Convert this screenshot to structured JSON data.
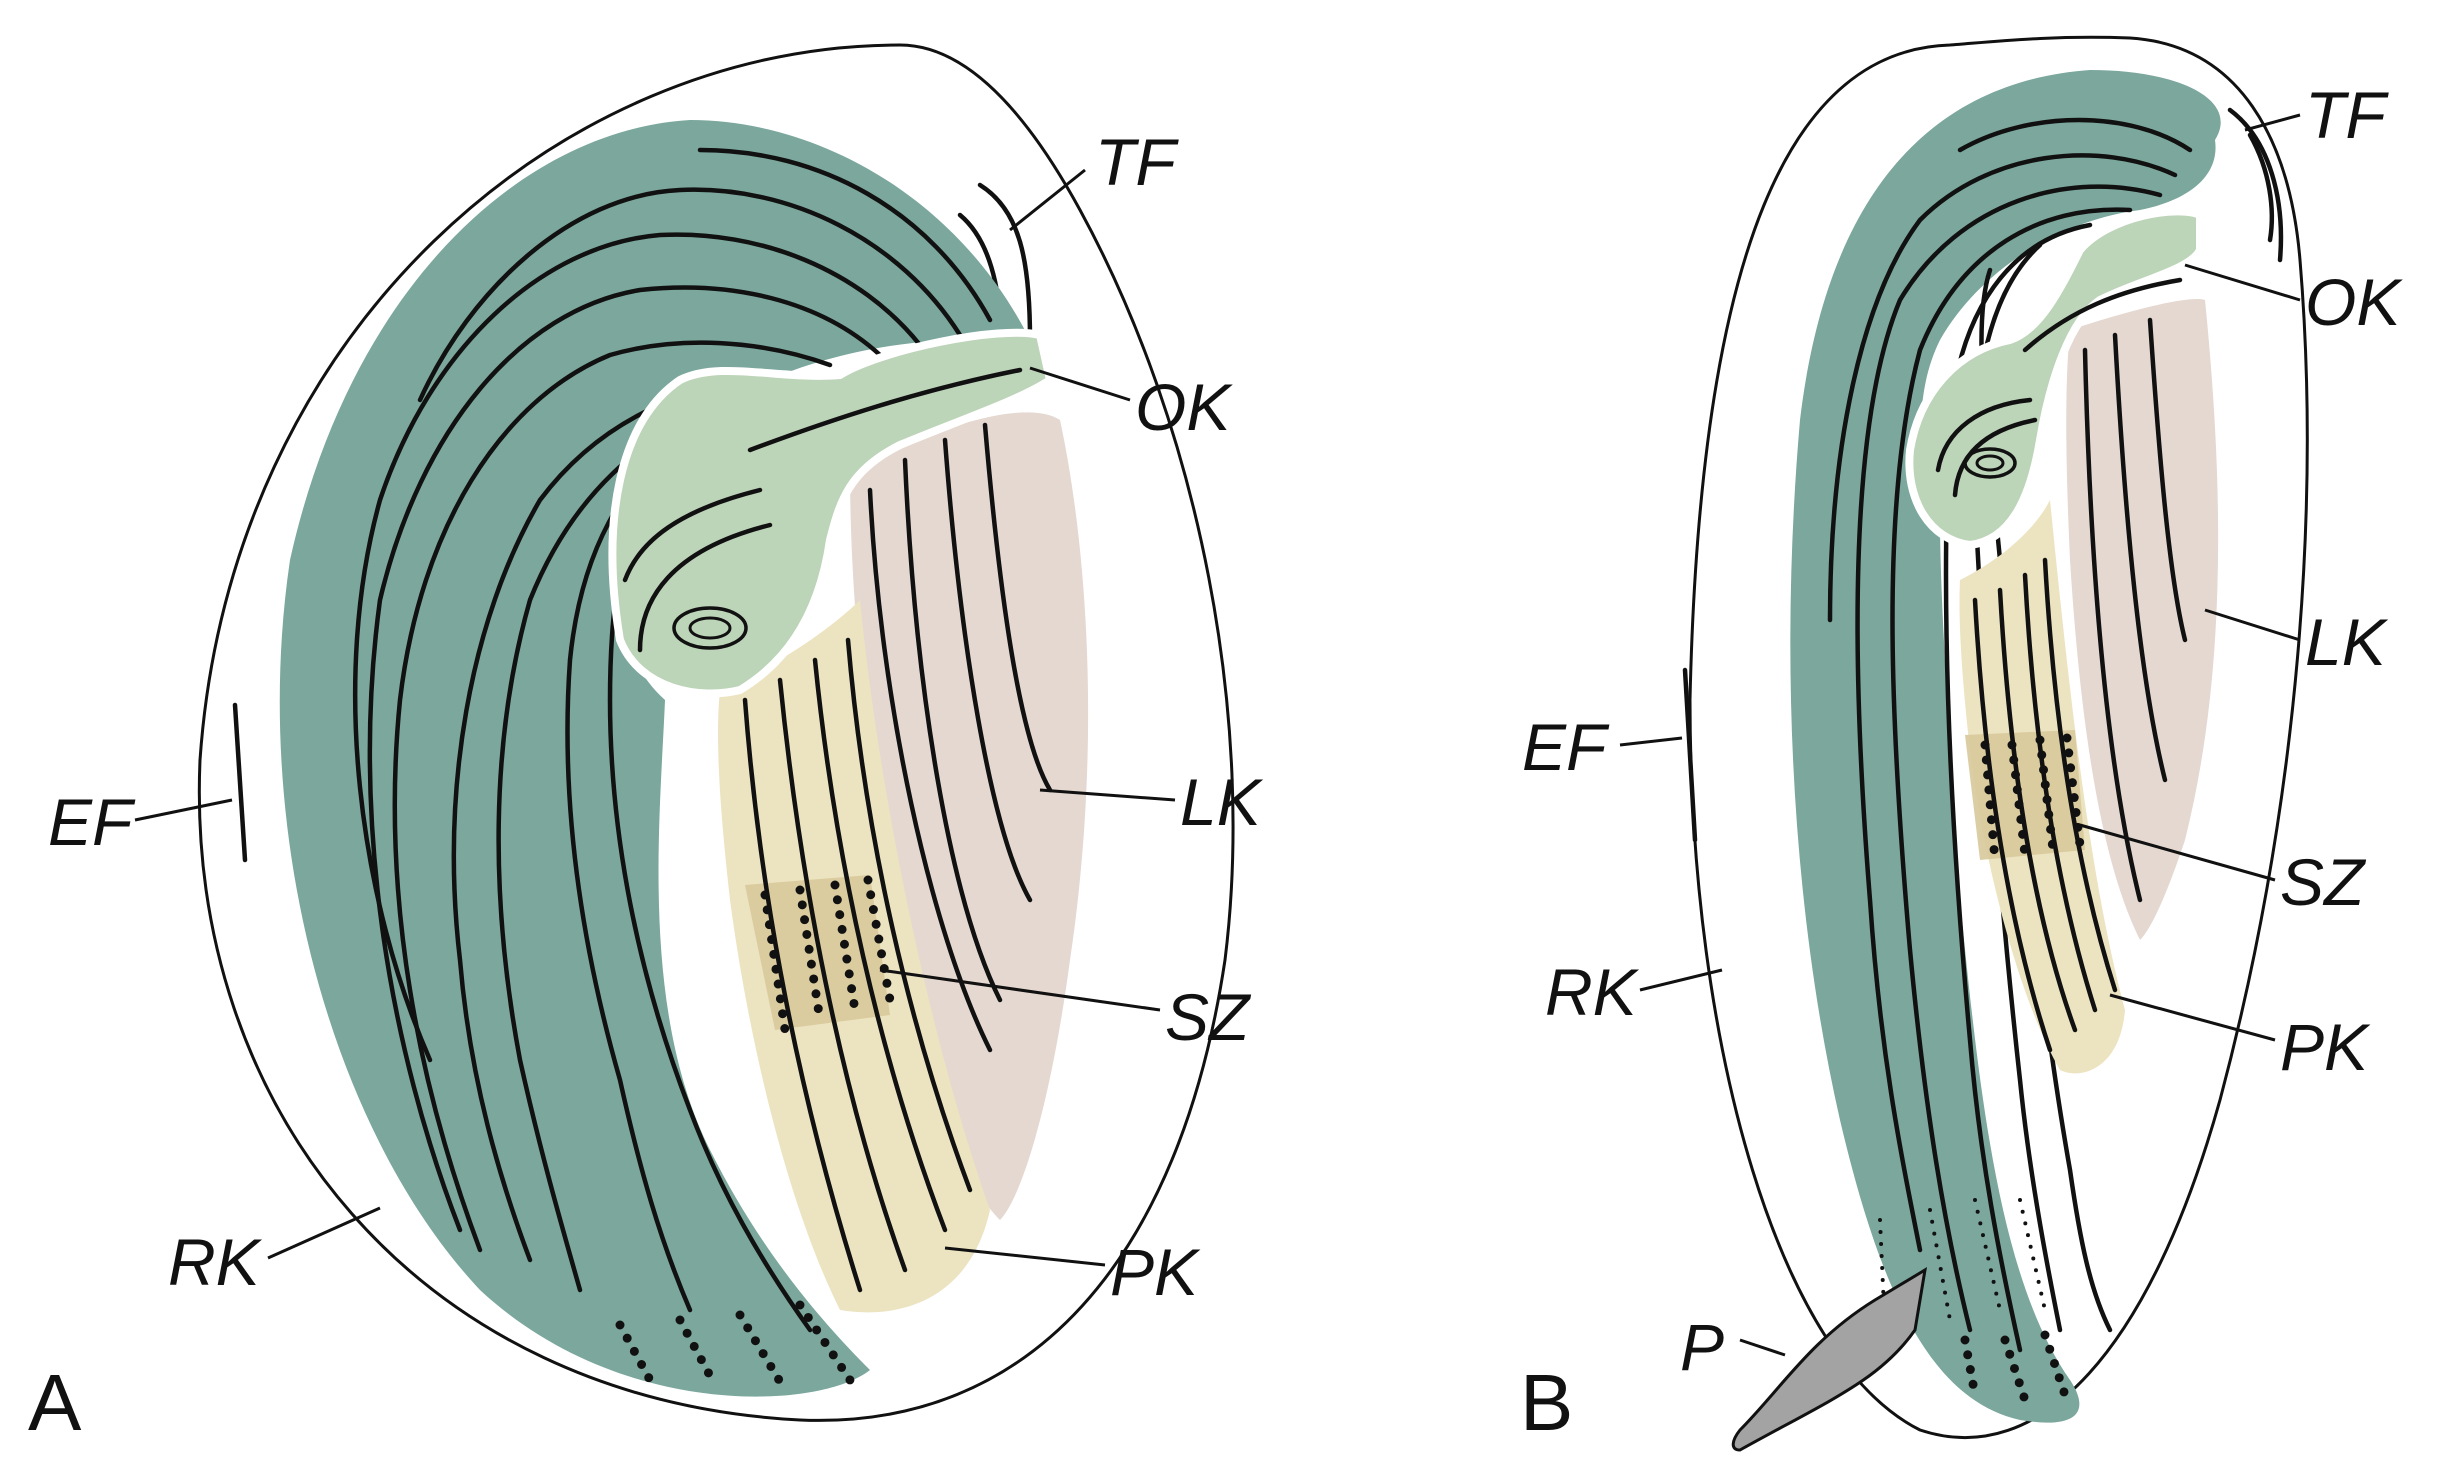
{
  "colors": {
    "right_kineties": "#7ba79d",
    "oral_kineties": "#bcd4b8",
    "left_kineties": "#e4d8d0",
    "postoral_kineties": "#ece3c0",
    "suture_zone": "#d8c99a",
    "pharynx": "#a3a3a3"
  },
  "panels": [
    {
      "letter": "A",
      "labels": {
        "tf": "TF",
        "ok": "OK",
        "lk": "LK",
        "ef": "EF",
        "sz": "SZ",
        "rk": "RK",
        "pk": "PK"
      }
    },
    {
      "letter": "B",
      "labels": {
        "tf": "TF",
        "ok": "OK",
        "lk": "LK",
        "ef": "EF",
        "sz": "SZ",
        "rk": "RK",
        "pk": "PK",
        "p": "P"
      }
    }
  ]
}
